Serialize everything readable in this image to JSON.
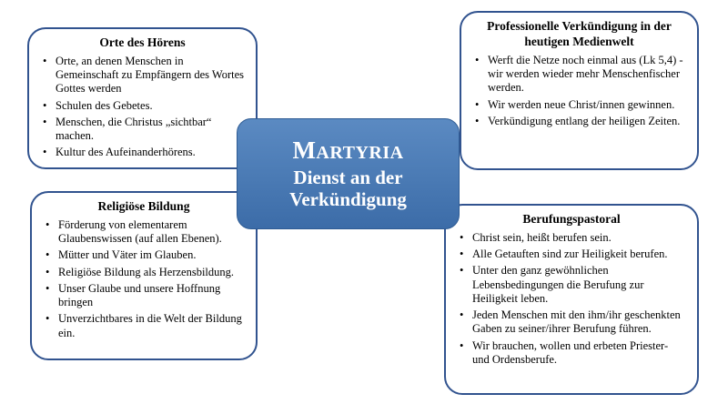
{
  "center": {
    "title_initial": "M",
    "title_rest": "ARTYRIA",
    "subtitle": "Dienst an der Verkündigung"
  },
  "boxes": [
    {
      "title": "Orte des Hörens",
      "items": [
        "Orte, an denen Menschen in Gemeinschaft zu Empfängern des Wortes Gottes werden",
        "Schulen des Gebetes.",
        "Menschen, die Christus „sichtbar“ machen.",
        "Kultur des Aufeinanderhörens."
      ]
    },
    {
      "title": "Professionelle Verkündigung in der heutigen Medienwelt",
      "items": [
        "Werft die Netze noch einmal aus (Lk 5,4) - wir werden wieder mehr Menschenfischer werden.",
        "Wir werden neue Christ/innen gewinnen.",
        "Verkündigung entlang der heiligen Zeiten."
      ]
    },
    {
      "title": "Religiöse Bildung",
      "items": [
        "Förderung von elementarem Glaubenswissen (auf allen Ebenen).",
        "Mütter und Väter im Glauben.",
        "Religiöse Bildung als Herzensbildung.",
        "Unser Glaube und unsere Hoffnung bringen",
        "Unverzichtbares in die Welt der Bildung ein."
      ]
    },
    {
      "title": "Berufungspastoral",
      "items": [
        "Christ sein, heißt berufen sein.",
        "Alle Getauften sind zur Heiligkeit berufen.",
        "Unter den ganz gewöhnlichen Lebensbedingungen die Berufung zur Heiligkeit leben.",
        "Jeden Menschen mit den ihm/ihr geschenkten Gaben zu seiner/ihrer Berufung führen.",
        "Wir brauchen, wollen und erbeten Priester- und Ordensberufe."
      ]
    }
  ],
  "colors": {
    "box_border_blue": "#31538f",
    "center_fill_top": "#5b8ac2",
    "center_fill_bottom": "#3c6ca8",
    "center_text": "#ffffff"
  }
}
